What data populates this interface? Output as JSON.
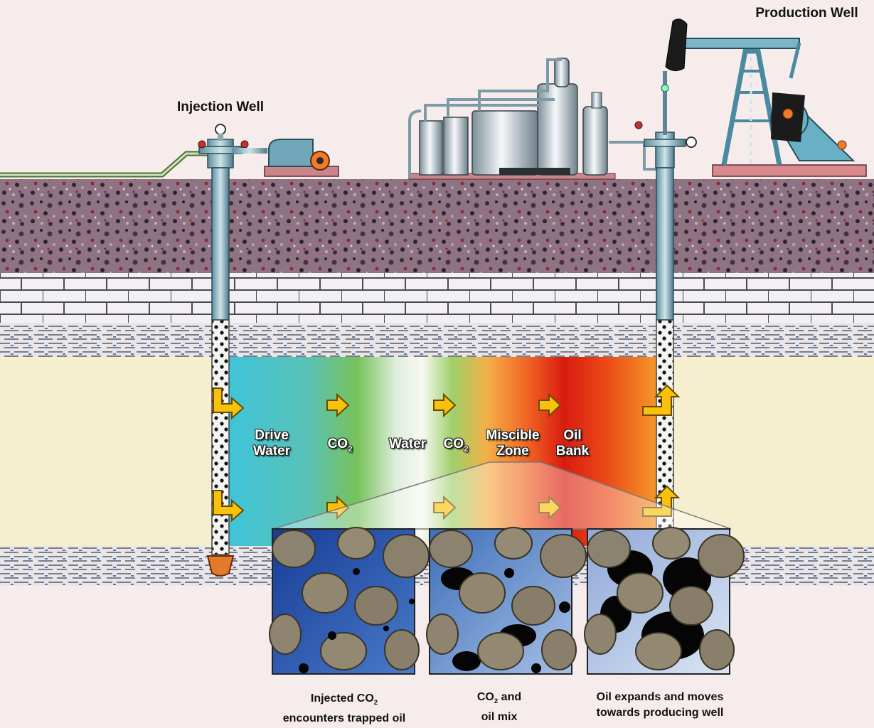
{
  "wells": {
    "injection": "Injection Well",
    "production": "Production Well"
  },
  "zones": {
    "drive_water": [
      "Drive",
      "Water"
    ],
    "co2_first": {
      "base": "CO",
      "sub": "2"
    },
    "water": "Water",
    "co2_second": {
      "base": "CO",
      "sub": "2"
    },
    "miscible_zone": [
      "Miscible",
      "Zone"
    ],
    "oil_bank": [
      "Oil",
      "Bank"
    ]
  },
  "captions": {
    "panel1": {
      "line1_pre": "Injected CO",
      "line1_sub": "2",
      "line2": "encounters trapped oil"
    },
    "panel2": {
      "line1_pre": "CO",
      "line1_sub": "2",
      "line1_post": " and",
      "line2": "oil mix"
    },
    "panel3": {
      "line1": "Oil expands and moves",
      "line2": "towards producing well"
    }
  },
  "colors": {
    "background": "#f6ecec",
    "drive_water": "#3fc6d6",
    "co2": "#6fc06a",
    "water": "#f4f7f0",
    "miscible": "#f29040",
    "oil_bank": "#d81c10",
    "arrow": "#f8c20c",
    "pore_space_1": "#1f4aa8",
    "pore_space_2": "#5c8fd0",
    "pore_space_3": "#9fb6e0",
    "rock_grain": "#8a8070"
  }
}
